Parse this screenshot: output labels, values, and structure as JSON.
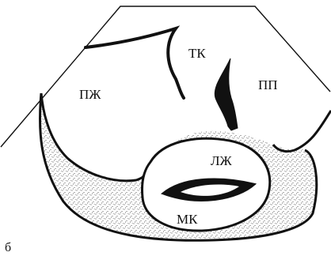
{
  "figure": {
    "panel_letter": "б",
    "labels": {
      "rv": "ПЖ",
      "tv": "ТК",
      "ra": "ПП",
      "lv": "ЛЖ",
      "mv": "МК"
    }
  }
}
